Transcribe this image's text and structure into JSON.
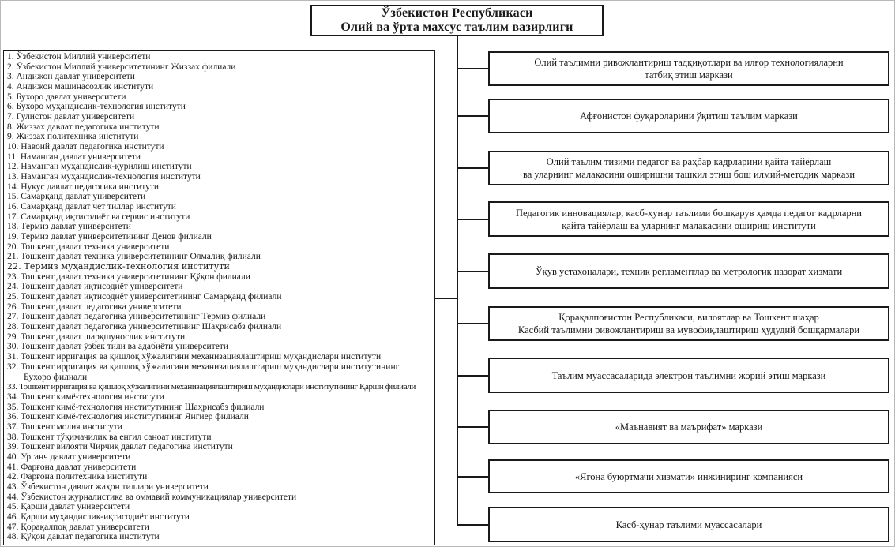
{
  "title": {
    "line1": "Ўзбекистон Республикаси",
    "line2": "Олий ва ўрта махсус таълим вазирлиги"
  },
  "universities": [
    "1. Ўзбекистон Миллий университети",
    "2. Ўзбекистон Миллий университетининг Жиззах филиали",
    "3. Андижон давлат университети",
    "4. Андижон машинасозлик институти",
    "5. Бухоро давлат университети",
    "6. Бухоро муҳандислик-технология институти",
    "7. Гулистон давлат университети",
    "8. Жиззах давлат педагогика институти",
    "9. Жиззах политехника институти",
    "10. Навоий давлат педагогика институти",
    "11. Наманган давлат университети",
    "12. Наманган муҳандислик-қурилиш институти",
    "13. Наманган муҳандислик-технология институти",
    "14. Нукус давлат педагогика институти",
    "15. Самарқанд давлат университети",
    "16. Самарқанд давлат чет тиллар институти",
    "17. Самарқанд иқтисодиёт ва сервис институти",
    "18. Термиз давлат университети",
    "19. Термиз давлат университетининг Денов филиали",
    "20. Тошкент давлат техника университети",
    "21. Тошкент давлат техника университетининг Олмалиқ филиали",
    "22. Термиз муҳандислик-технология институти",
    "23. Тошкент давлат техника университетининг Қўқон филиали",
    "24. Тошкент давлат иқтисодиёт университети",
    "25. Тошкент давлат иқтисодиёт университетининг Самарқанд филиали",
    "26. Тошкент давлат педагогика университети",
    "27. Тошкент давлат педагогика университетининг Термиз филиали",
    "28. Тошкент давлат педагогика университетининг Шаҳрисабз филиали",
    "29. Тошкент давлат шарқшунослик институти",
    "30. Тошкент давлат ўзбек тили ва адабиёти университети",
    "31. Тошкент ирригация ва қишлоқ хўжалигини механизациялаштириш муҳандислари институти",
    "32. Тошкент ирригация ва қишлоқ хўжалигини механизациялаштириш муҳандислари институтининг\nБухоро филиали",
    "33. Тошкент ирригация ва қишлоқ хўжалигини механизациялаштириш муҳандислари институтининг Қарши филиали",
    "34. Тошкент кимё-технология институти",
    "35. Тошкент кимё-технология институтининг Шаҳрисабз филиали",
    "36. Тошкент кимё-технология институтининг Янгиер филиали",
    "37. Тошкент молия институти",
    "38. Тошкент тўқимачилик ва енгил саноат институти",
    "39. Тошкент вилояти Чирчиқ давлат педагогика институти",
    "40. Урганч давлат университети",
    "41. Фарғона давлат университети",
    "42. Фарғона политехника институти",
    "43. Ўзбекистон давлат жаҳон тиллари университети",
    "44. Ўзбекистон журналистика ва оммавий коммуникациялар университети",
    "45. Қарши давлат университети",
    "46. Қарши муҳандислик-иқтисодиёт институти",
    "47. Қорақалпоқ давлат университети",
    "48. Қўқон давлат педагогика институти"
  ],
  "org_units": [
    "Олий таълимни ривожлантириш тадқиқотлари ва илғор технологияларни\nтатбиқ этиш маркази",
    "Афғонистон фуқароларини ўқитиш таълим маркази",
    "Олий таълим тизими педагог ва раҳбар кадрларини қайта тайёрлаш\nва уларнинг малакасини оширишни ташкил этиш бош илмий-методик маркази",
    "Педагогик инновациялар, касб-ҳунар таълими бошқарув ҳамда педагог кадрларни\nқайта тайёрлаш ва уларнинг малакасини ошириш институти",
    "Ўқув устахоналари, техник регламентлар ва метрологик назорат хизмати",
    "Қорақалпоғистон Республикаси, вилоятлар ва Тошкент шаҳар\nКасбий таълимни ривожлантириш ва мувофиқлаштириш ҳудудий бошқармалари",
    "Таълим муассасаларида электрон таълимни жорий этиш маркази",
    "«Маънавият ва маърифат» маркази",
    "«Ягона буюртмачи хизмати» инжиниринг компанияси",
    "Касб-ҳунар таълими муассасалари"
  ],
  "colors": {
    "line": "#1a1a1a",
    "background": "#ffffff",
    "text": "#1a1a1a"
  }
}
